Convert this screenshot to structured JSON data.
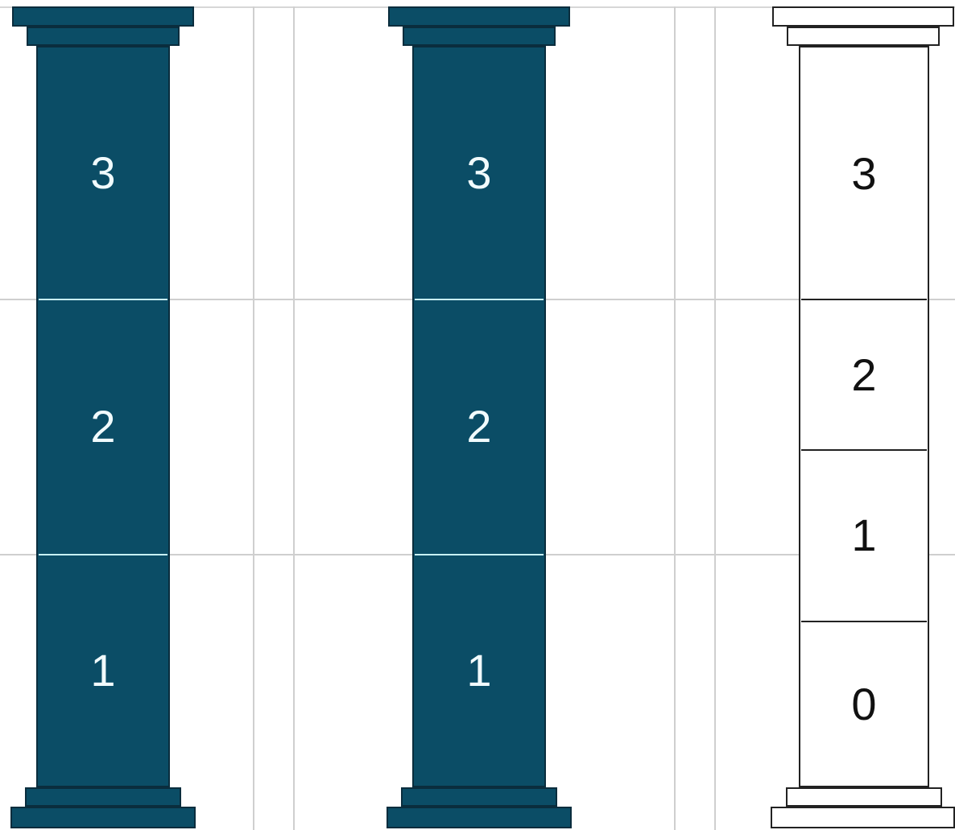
{
  "pillars": [
    {
      "segments": [
        "3",
        "2",
        "1"
      ]
    },
    {
      "segments": [
        "3",
        "2",
        "1"
      ]
    },
    {
      "segments": [
        "3",
        "2",
        "1",
        "0"
      ]
    }
  ],
  "colors": {
    "dark_fill": "#0b4d66",
    "dark_outline": "#0a2d3d",
    "dark_divider": "#c8f1f7",
    "light_fill": "#ffffff",
    "light_outline": "#222222",
    "grid": "#cfcfcf"
  }
}
